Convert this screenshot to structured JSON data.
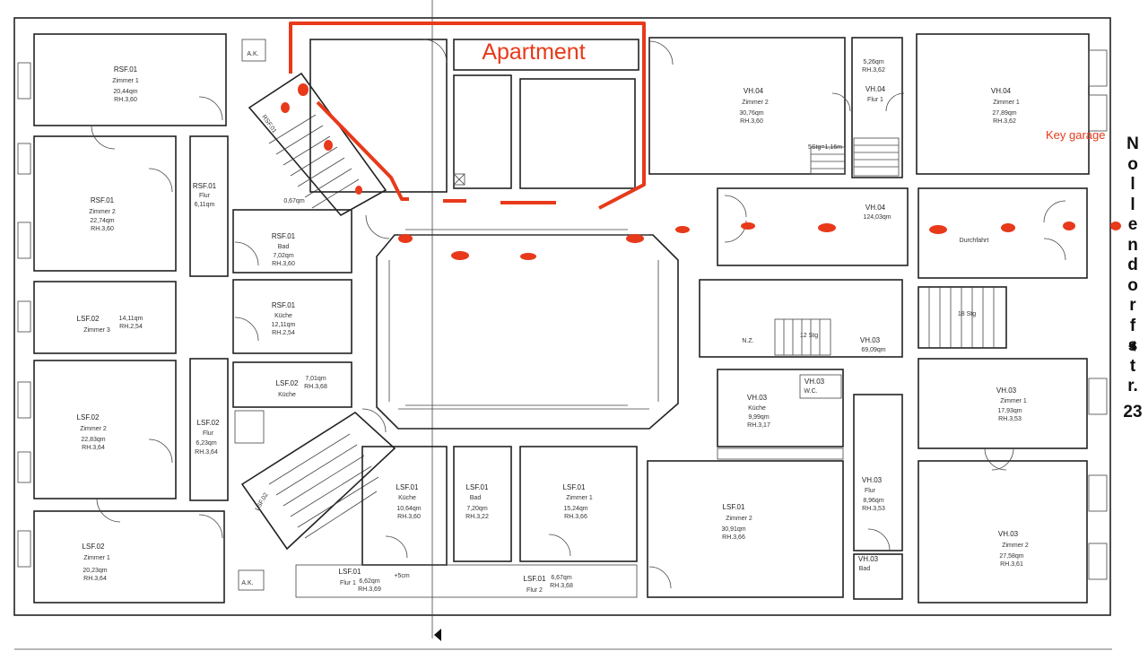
{
  "annotations": {
    "apartment": "Apartment",
    "key_garage": "Key garage",
    "street_name": "Nollendorfstr.",
    "street_letters": [
      "N",
      "o",
      "l",
      "l",
      "e",
      "n",
      "d",
      "o",
      "r",
      "f",
      "s",
      "t",
      "r."
    ],
    "street_number": "23",
    "highlight_color": "#e8391a"
  },
  "rooms": [
    {
      "name": "RSF.01",
      "label": "Zimmer 1",
      "area": "20,44qm",
      "rh": "RH.3,60"
    },
    {
      "name": "RSF.01",
      "label": "Zimmer 2",
      "area": "22,74qm",
      "rh": "RH.3,60"
    },
    {
      "name": "RSF.01",
      "label": "Flur",
      "area": "6,11qm",
      "rh": ""
    },
    {
      "name": "RSF.01",
      "label": "Bad",
      "area": "7,02qm",
      "rh": "RH.3,60"
    },
    {
      "name": "RSF.01",
      "label": "Küche",
      "area": "12,11qm",
      "rh": "RH.2,54"
    },
    {
      "name": "LSF.02",
      "label": "Zimmer 3",
      "area": "14,11qm",
      "rh": "RH.2,54"
    },
    {
      "name": "LSF.02",
      "label": "Zimmer 2",
      "area": "22,83qm",
      "rh": "RH.3,64"
    },
    {
      "name": "LSF.02",
      "label": "Flur",
      "area": "6,23qm",
      "rh": "RH.3,64"
    },
    {
      "name": "LSF.02",
      "label": "Küche",
      "area": "7,01qm",
      "rh": "RH.3,68"
    },
    {
      "name": "LSF.02",
      "label": "Zimmer 1",
      "area": "20,23qm",
      "rh": "RH.3,64"
    },
    {
      "name": "LSF.01",
      "label": "Küche",
      "area": "10,64qm",
      "rh": "RH.3,60"
    },
    {
      "name": "LSF.01",
      "label": "Bad",
      "area": "7,20qm",
      "rh": "RH.3,22"
    },
    {
      "name": "LSF.01",
      "label": "Zimmer 1",
      "area": "15,24qm",
      "rh": "RH.3,66"
    },
    {
      "name": "LSF.01",
      "label": "Zimmer 2",
      "area": "30,91qm",
      "rh": "RH.3,66"
    },
    {
      "name": "LSF.01",
      "label": "Flur 1",
      "area": "6,62qm",
      "rh": "RH.3,69"
    },
    {
      "name": "LSF.01",
      "label": "Flur 2",
      "area": "6,67qm",
      "rh": "RH.3,68"
    },
    {
      "name": "VH.04",
      "label": "Zimmer 2",
      "area": "30,76qm",
      "rh": "RH.3,60"
    },
    {
      "name": "VH.04",
      "label": "Zimmer 1",
      "area": "27,89qm",
      "rh": "RH.3,62"
    },
    {
      "name": "VH.04",
      "label": "Flur 1",
      "area": "5,26qm",
      "rh": "RH.3,62"
    },
    {
      "name": "VH.04",
      "label": "",
      "area": "124,03qm",
      "rh": ""
    },
    {
      "name": "",
      "label": "Durchfahrt",
      "area": "",
      "rh": ""
    },
    {
      "name": "VH.03",
      "label": "",
      "area": "69,09qm",
      "rh": ""
    },
    {
      "name": "",
      "label": "N.Z.",
      "area": "",
      "rh": ""
    },
    {
      "name": "VH.03",
      "label": "Küche",
      "area": "9,99qm",
      "rh": "RH.3,17"
    },
    {
      "name": "VH.03",
      "label": "W.C.",
      "area": "",
      "rh": ""
    },
    {
      "name": "VH.03",
      "label": "Zimmer 1",
      "area": "17,93qm",
      "rh": "RH.3,53"
    },
    {
      "name": "VH.03",
      "label": "Flur",
      "area": "8,96qm",
      "rh": "RH.3,53"
    },
    {
      "name": "VH.03",
      "label": "Zimmer 2",
      "area": "27,58qm",
      "rh": "RH.3,61"
    },
    {
      "name": "VH.03",
      "label": "Bad",
      "area": "",
      "rh": ""
    }
  ],
  "stairs": {
    "left_upper": "RSF.01",
    "left_lower": "LSF.02",
    "right_count": "18 Stg",
    "small_count": "12 Stg",
    "upper_count": "5Stg=1,16m"
  },
  "misc": {
    "ak": "A.K.",
    "height_plus": "+5cm",
    "small_area": "0,67qm"
  }
}
